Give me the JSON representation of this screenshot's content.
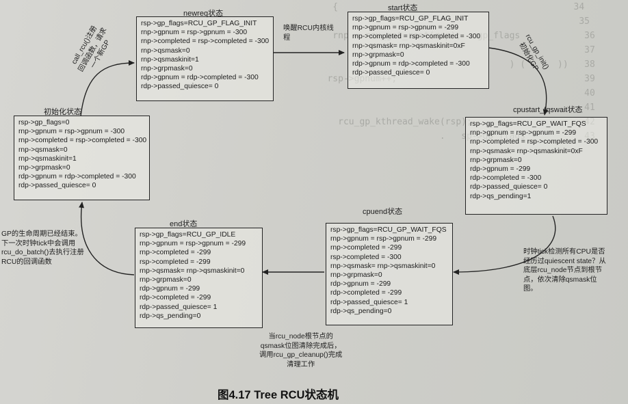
{
  "caption": "图4.17   Tree RCU状态机",
  "states": {
    "newreq": {
      "title": "newreq状态",
      "lines": [
        "rsp->gp_flags=RCU_GP_FLAG_INIT",
        "rnp->gpnum = rsp->gpnum = -300",
        "rnp->completed = rsp->completed = -300",
        "rnp->qsmask=0",
        "rnp->qsmaskinit=1",
        "rnp->grpmask=0",
        "rdp->gpnum = rdp->completed = -300",
        "rdp->passed_quiesce= 0"
      ]
    },
    "start": {
      "title": "start状态",
      "lines": [
        "rsp->gp_flags=RCU_GP_FLAG_INIT",
        "rnp->gpnum = rsp->gpnum = -299",
        "rnp->completed = rsp->completed = -300",
        "rnp->qsmask= rnp->qsmaskinit=0xF",
        "rnp->grpmask=0",
        "rdp->gpnum = rdp->completed = -300",
        "rdp->passed_quiesce= 0"
      ]
    },
    "init": {
      "title": "初始化状态",
      "lines": [
        "rsp->gp_flags=0",
        "rnp->gpnum = rsp->gpnum = -300",
        "rnp->completed = rsp->completed = -300",
        "rnp->qsmask=0",
        "rnp->qsmaskinit=1",
        "rnp->grpmask=0",
        "rdp->gpnum = rdp->completed = -300",
        "rdp->passed_quiesce= 0"
      ]
    },
    "cpustart": {
      "title": "cpustart_fqswait状态",
      "lines": [
        "rsp->gp_flags=RCU_GP_WAIT_FQS",
        "rnp->gpnum = rsp->gpnum = -299",
        "rnp->completed = rsp->completed = -300",
        "rnp->qsmask= rnp->qsmaskinit=0xF",
        "rnp->grpmask=0",
        "rdp->gpnum = -299",
        "rdp->completed = -300",
        "rdp->passed_quiesce= 0",
        "rdp->qs_pending=1"
      ]
    },
    "end": {
      "title": "end状态",
      "lines": [
        "rsp->gp_flags=RCU_GP_IDLE",
        "rnp->gpnum = rsp->gpnum = -299",
        "rnp->completed = -299",
        "rsp->completed = -299",
        "rnp->qsmask= rnp->qsmaskinit=0",
        "rnp->grpmask=0",
        "rdp->gpnum = -299",
        "rdp->completed = -299",
        "rdp->passed_quiesce= 1",
        "rdp->qs_pending=0"
      ]
    },
    "cpuend": {
      "title": "cpuend状态",
      "lines": [
        "rsp->gp_flags=RCU_GP_WAIT_FQS",
        "rnp->gpnum = rsp->gpnum = -299",
        "rnp->completed = -299",
        "rsp->completed = -300",
        "rnp->qsmask= rnp->qsmaskinit=0",
        "rnp->grpmask=0",
        "rdp->gpnum = -299",
        "rdp->completed = -299",
        "rdp->passed_quiesce= 1",
        "rdp->qs_pending=0"
      ]
    }
  },
  "notes": {
    "wake": [
      "唤醒RCU内核线",
      "程"
    ],
    "call_rcu": [
      "call_rcu()注册",
      "回调函数，请求",
      "一个新GP"
    ],
    "gp_init": [
      "rcu_gp_init()",
      "初始化GP"
    ],
    "gp_end": [
      "GP的生命周期已经结束。",
      "下一次时钟tick中会调用",
      "rcu_do_batch()去执行注册",
      "RCU的回调函数"
    ],
    "tick_check": [
      "时钟tick检测所有CPU是否",
      "经历过quiescent state？从",
      "底层rcu_node节点到根节",
      "点，依次清除qsmask位",
      "图。"
    ],
    "cleanup": [
      "当rcu_node根节点的",
      "qsmask位图清除完成后，",
      "调用rcu_gp_cleanup()完成",
      "清理工作"
    ]
  }
}
